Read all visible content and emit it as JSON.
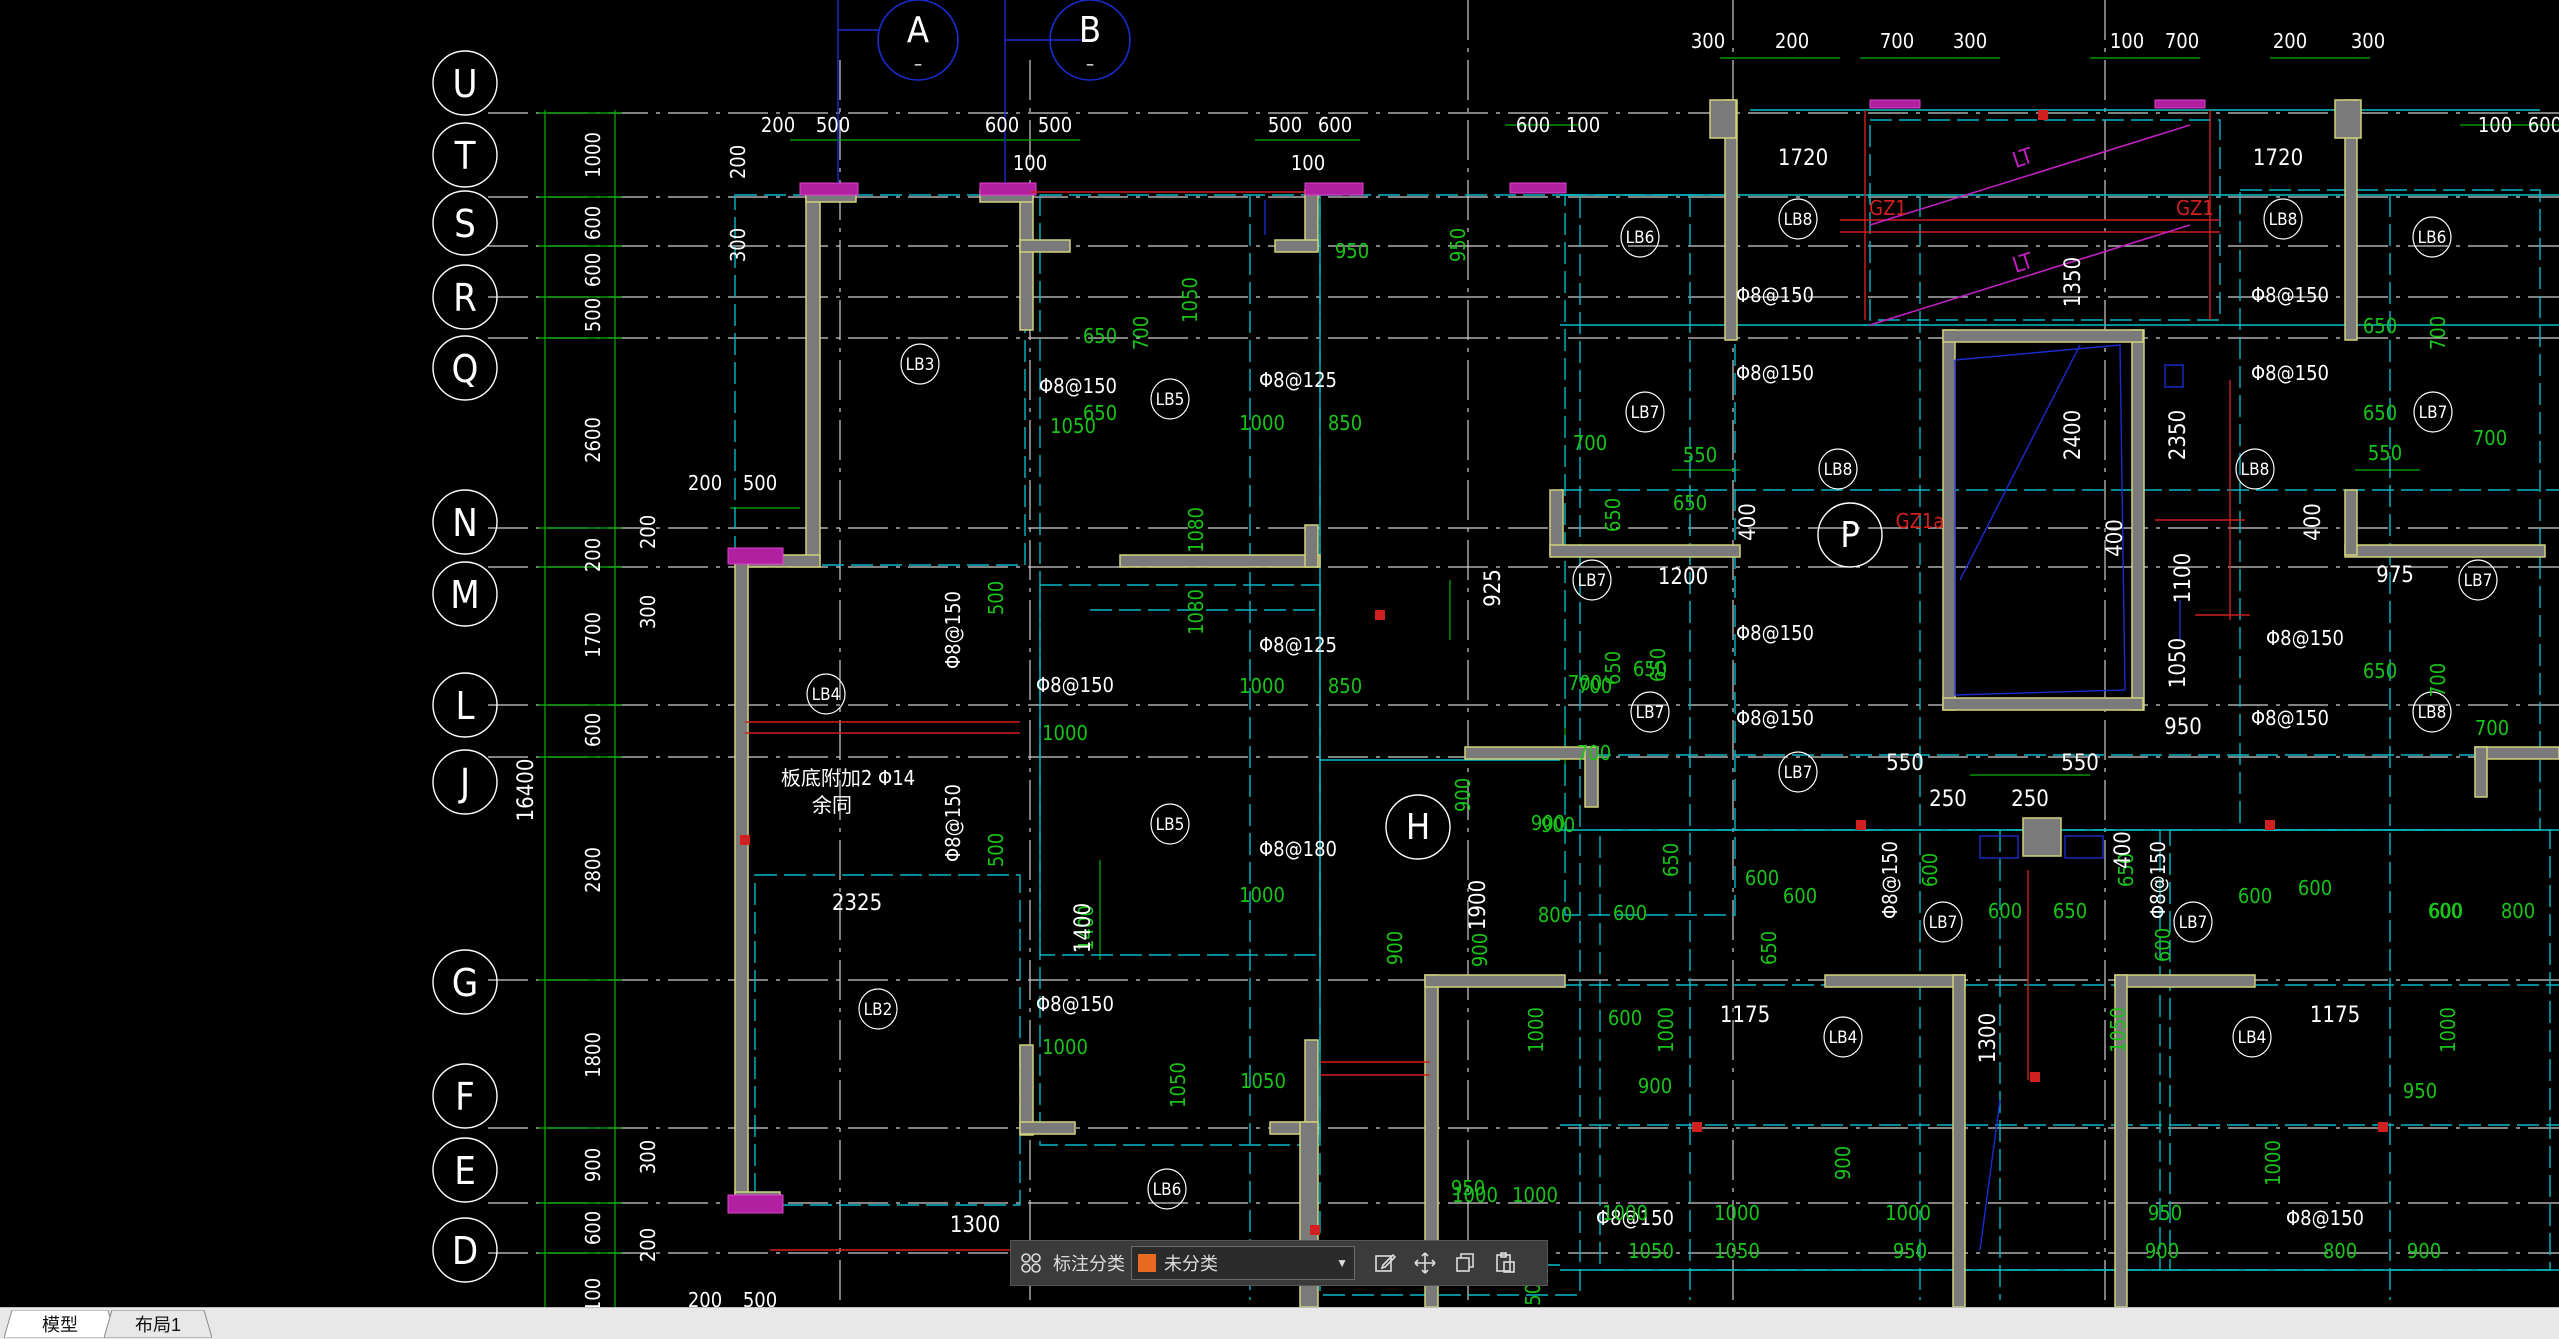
{
  "axes": {
    "row_bubbles": [
      "U",
      "T",
      "S",
      "R",
      "Q",
      "N",
      "M",
      "L",
      "J",
      "G",
      "F",
      "E",
      "D"
    ],
    "col_bubbles": [
      "A",
      "B",
      "H",
      "P"
    ],
    "col_bubble_sub": "–",
    "row_dims": [
      "1000",
      "600",
      "600",
      "500",
      "2600",
      "200",
      "1700",
      "600",
      "2800",
      "1800",
      "900",
      "600",
      "100"
    ],
    "total_dim": "16400"
  },
  "top_dims": [
    "200",
    "500",
    "600",
    "500",
    "100",
    "500",
    "600",
    "100",
    "600",
    "100",
    "300",
    "200",
    "700",
    "300",
    "100",
    "700",
    "200",
    "300",
    "100",
    "600"
  ],
  "left_small_dims": [
    "200",
    "300",
    "200",
    "500",
    "200",
    "300",
    "300",
    "200",
    "200",
    "500"
  ],
  "slabs": [
    "LB3",
    "LB5",
    "LB4",
    "LB5",
    "LB2",
    "LB6",
    "LB6",
    "LB8",
    "LB8",
    "LB6",
    "LB7",
    "LB8",
    "LB8",
    "LB7",
    "LB7",
    "LB7",
    "LB7",
    "LB7",
    "LB8",
    "LB7",
    "LB7",
    "LB4",
    "LB4"
  ],
  "rebar": [
    "Φ8@150",
    "Φ8@125",
    "Φ8@150",
    "Φ8@125",
    "Φ8@150",
    "Φ8@180",
    "Φ8@150",
    "Φ8@150",
    "Φ8@150",
    "Φ8@150",
    "Φ8@150",
    "Φ8@150",
    "Φ8@150",
    "Φ8@150",
    "Φ8@150",
    "Φ8@150",
    "Φ8@150",
    "Φ8@150",
    "Φ8@150",
    "Φ8@150"
  ],
  "green_dims": [
    "1050",
    "950",
    "950",
    "1000",
    "850",
    "1050",
    "1000",
    "1000",
    "850",
    "1000",
    "1000",
    "1050",
    "1050",
    "1400",
    "700",
    "650",
    "650",
    "650",
    "550",
    "650",
    "700",
    "650",
    "650",
    "700",
    "650",
    "650",
    "550",
    "650",
    "700",
    "650",
    "700",
    "700",
    "700",
    "900",
    "800",
    "600",
    "600",
    "650",
    "600",
    "600",
    "600",
    "600",
    "650",
    "650",
    "600",
    "600",
    "600",
    "600",
    "650",
    "600",
    "800",
    "900",
    "1000",
    "900",
    "1000",
    "900",
    "1050",
    "1000",
    "950",
    "1000",
    "900",
    "950",
    "1050",
    "1050",
    "950",
    "900",
    "800",
    "900",
    "850",
    "900",
    "900",
    "1000",
    "1000",
    "1000",
    "1000",
    "1000",
    "950",
    "700",
    "700",
    "500",
    "500",
    "1080",
    "1080"
  ],
  "white_dims": [
    "2325",
    "1300",
    "1400",
    "1720",
    "1720",
    "2400",
    "2350",
    "1200",
    "975",
    "925",
    "1100",
    "1050",
    "950",
    "550",
    "550",
    "250",
    "250",
    "400",
    "400",
    "400",
    "1900",
    "1175",
    "1175",
    "1300",
    "1350",
    "400"
  ],
  "labels": {
    "lt1": "LT",
    "lt2": "LT",
    "gz1": "GZ1",
    "gz2": "GZ1",
    "gz3": "GZ1a",
    "note1": "板底附加2 Φ14",
    "note2": "余同"
  },
  "toolbar": {
    "label": "标注分类",
    "selected": "未分类",
    "swatch_color": "#e8691f",
    "buttons": [
      "grid-icon",
      "edit-icon",
      "move-icon",
      "copy-icon",
      "paste-icon"
    ]
  },
  "tabs": [
    {
      "label": "模型",
      "active": true
    },
    {
      "label": "布局1",
      "active": false
    }
  ],
  "colors": {
    "axis": "#ffffff",
    "wall": "#7a7a7a",
    "wall_edge": "#d6d66a",
    "cyan": "#00c8c8",
    "green": "#00c000",
    "red": "#d02020",
    "magenta": "#c020c0",
    "blue": "#1a2cd0"
  }
}
